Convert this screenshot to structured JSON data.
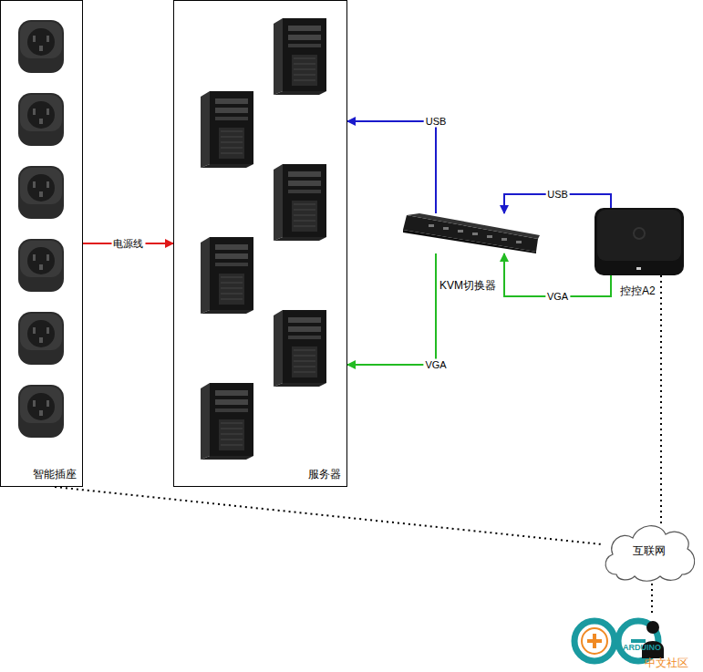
{
  "diagram": {
    "nodes": [
      {
        "text": [
          "智能插座"
        ]
      },
      {
        "text": [
          "服务器"
        ]
      },
      {
        "text": [
          "KVM切换器"
        ]
      },
      {
        "text": [
          "控控A2"
        ]
      },
      {
        "text": [
          "互联网"
        ]
      }
    ],
    "edges": [
      {
        "from": 0,
        "to": 1,
        "label": "电源线",
        "arrow": "to"
      },
      {
        "from": 2,
        "to": 1,
        "label": "USB",
        "arrow": "to"
      },
      {
        "from": 2,
        "to": 1,
        "label": "VGA",
        "arrow": "to"
      },
      {
        "from": 3,
        "to": 2,
        "label": "USB",
        "arrow": "to"
      },
      {
        "from": 3,
        "to": 2,
        "label": "VGA",
        "arrow": "to"
      },
      {
        "from": 0,
        "to": 4,
        "arrow": "none"
      },
      {
        "from": 3,
        "to": 4,
        "arrow": "none"
      }
    ],
    "labels": [
      "ARDUINO",
      "中文社区"
    ]
  }
}
